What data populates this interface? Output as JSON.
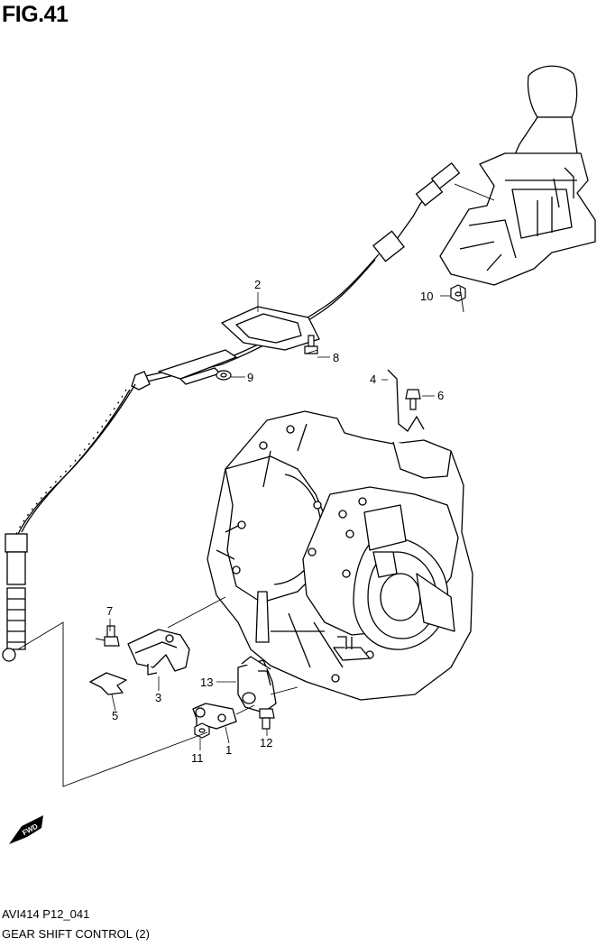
{
  "figure": {
    "title": "FIG.41",
    "code": "AVI414 P12_041",
    "name": "GEAR SHIFT CONTROL (2)"
  },
  "callouts": {
    "c1": "1",
    "c2": "2",
    "c3": "3",
    "c4": "4",
    "c5": "5",
    "c6": "6",
    "c7": "7",
    "c8": "8",
    "c9": "9",
    "c10": "10",
    "c11": "11",
    "c12": "12",
    "c13": "13"
  },
  "fwd_badge": "FWD"
}
